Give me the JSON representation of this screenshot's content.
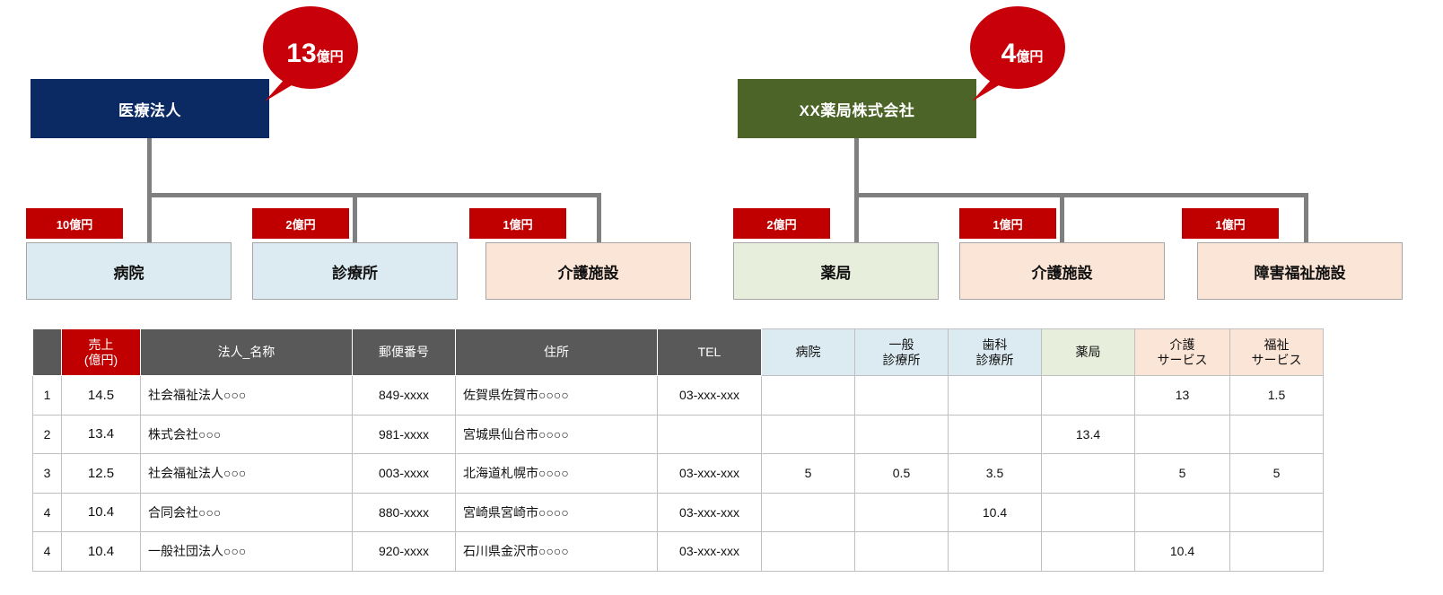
{
  "diagram": {
    "groups": [
      {
        "id": "medical-corporation",
        "parent_label": "医療法人",
        "callout": "13億円",
        "callout_number": "13",
        "callout_unit": "億円",
        "children": [
          {
            "label": "病院",
            "badge": "10億円"
          },
          {
            "label": "診療所",
            "badge": "2億円"
          },
          {
            "label": "介護施設",
            "badge": "1億円"
          }
        ]
      },
      {
        "id": "pharmacy-company",
        "parent_label": "XX薬局株式会社",
        "callout": "4億円",
        "callout_number": "4",
        "callout_unit": "億円",
        "children": [
          {
            "label": "薬局",
            "badge": "2億円"
          },
          {
            "label": "介護施設",
            "badge": "1億円"
          },
          {
            "label": "障害福祉施設",
            "badge": "1億円"
          }
        ]
      }
    ]
  },
  "table": {
    "headers": {
      "rank": "",
      "sales": "売上\n(億円)",
      "sales_line1": "売上",
      "sales_line2": "(億円)",
      "corp_name": "法人_名称",
      "postal_code": "郵便番号",
      "address": "住所",
      "tel": "TEL",
      "hospital": "病院",
      "general_clinic_line1": "一般",
      "general_clinic_line2": "診療所",
      "dental_clinic_line1": "歯科",
      "dental_clinic_line2": "診療所",
      "pharmacy": "薬局",
      "care_service_line1": "介護",
      "care_service_line2": "サービス",
      "welfare_service_line1": "福祉",
      "welfare_service_line2": "サービス"
    },
    "rows": [
      {
        "rank": "1",
        "sales": "14.5",
        "corp_name": "社会福祉法人○○○",
        "postal_code": "849-xxxx",
        "address": "佐賀県佐賀市○○○○",
        "tel": "03-xxx-xxx",
        "hospital": "",
        "general_clinic": "",
        "dental_clinic": "",
        "pharmacy": "",
        "care_service": "13",
        "welfare_service": "1.5"
      },
      {
        "rank": "2",
        "sales": "13.4",
        "corp_name": "株式会社○○○",
        "postal_code": "981-xxxx",
        "address": "宮城県仙台市○○○○",
        "tel": "",
        "hospital": "",
        "general_clinic": "",
        "dental_clinic": "",
        "pharmacy": "13.4",
        "care_service": "",
        "welfare_service": ""
      },
      {
        "rank": "3",
        "sales": "12.5",
        "corp_name": "社会福祉法人○○○",
        "postal_code": "003-xxxx",
        "address": "北海道札幌市○○○○",
        "tel": "03-xxx-xxx",
        "hospital": "5",
        "general_clinic": "0.5",
        "dental_clinic": "3.5",
        "pharmacy": "",
        "care_service": "5",
        "welfare_service": "5"
      },
      {
        "rank": "4",
        "sales": "10.4",
        "corp_name": "合同会社○○○",
        "postal_code": "880-xxxx",
        "address": "宮崎県宮崎市○○○○",
        "tel": "03-xxx-xxx",
        "hospital": "",
        "general_clinic": "",
        "dental_clinic": "10.4",
        "pharmacy": "",
        "care_service": "",
        "welfare_service": ""
      },
      {
        "rank": "4",
        "sales": "10.4",
        "corp_name": "一般社団法人○○○",
        "postal_code": "920-xxxx",
        "address": "石川県金沢市○○○○",
        "tel": "03-xxx-xxx",
        "hospital": "",
        "general_clinic": "",
        "dental_clinic": "",
        "pharmacy": "",
        "care_service": "10.4",
        "welfare_service": ""
      }
    ]
  },
  "colors": {
    "navy": "#0b2a63",
    "olive": "#4d6428",
    "red": "#c00000",
    "light_blue": "#dcebf1",
    "peach": "#fbe5d6",
    "light_green": "#e8eedc",
    "header_gray": "#595959",
    "connector_gray": "#7f7f7f"
  }
}
